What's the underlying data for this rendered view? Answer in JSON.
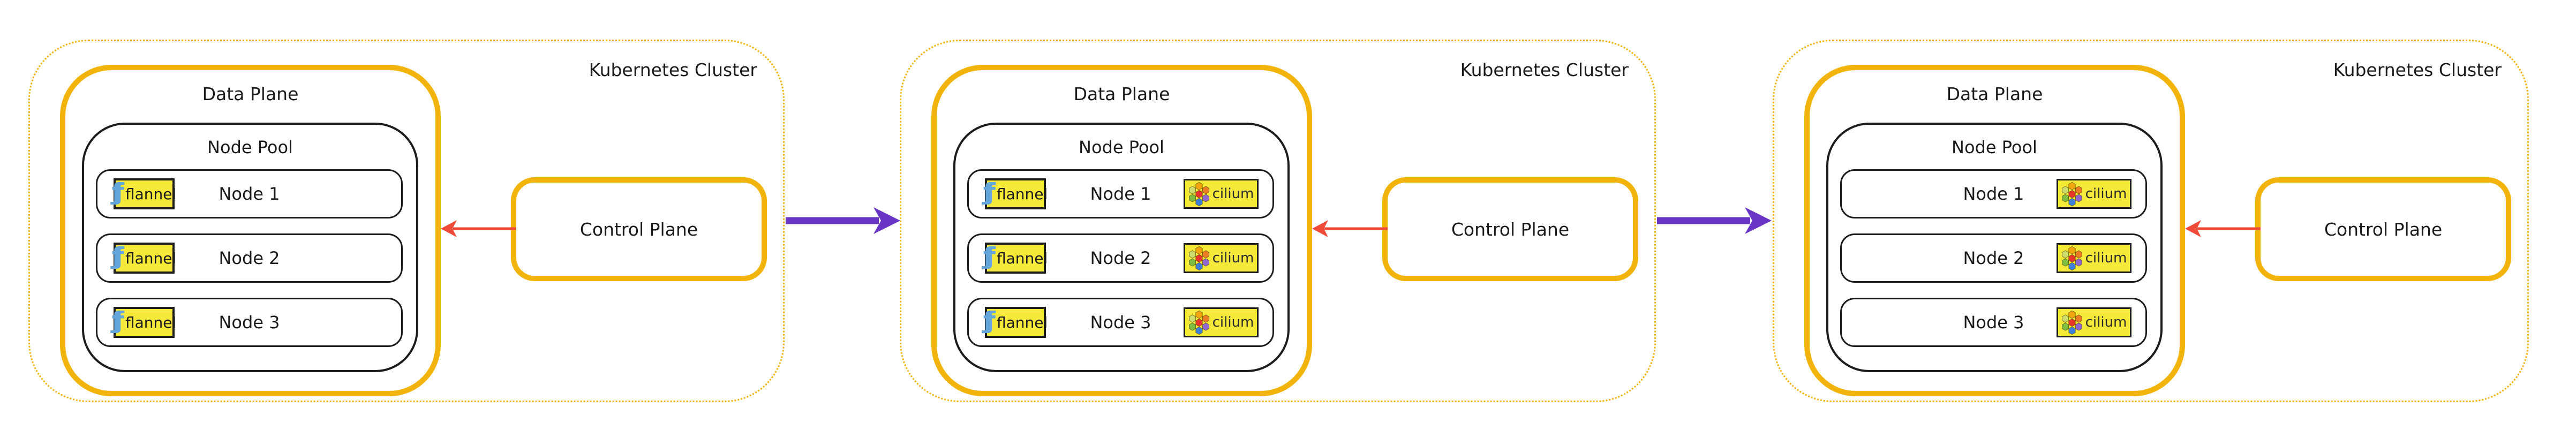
{
  "colors": {
    "gold": "#F2B40A",
    "outline": "#1c1c1c",
    "text": "#1a1a1a",
    "red": "#F04B38",
    "purple": "#6935C5",
    "yellow": "#F5EA3A",
    "blue": "#64A6DB"
  },
  "cilium_palette": [
    "#F2A50F",
    "#CFDC6E",
    "#ED7D23",
    "#7DBE41",
    "#E8342B",
    "#9067CC",
    "#3E7FD9"
  ],
  "icons": {
    "flannel_glyph": "ƒƒ"
  },
  "badges": {
    "flannel": "flannel",
    "cilium": "cilium"
  },
  "clusters": [
    {
      "label": "Kubernetes Cluster",
      "data_plane": "Data Plane",
      "node_pool": "Node Pool",
      "control_plane": "Control Plane",
      "nodes": [
        {
          "name": "Node 1",
          "cni": [
            "flannel"
          ]
        },
        {
          "name": "Node 2",
          "cni": [
            "flannel"
          ]
        },
        {
          "name": "Node 3",
          "cni": [
            "flannel"
          ]
        }
      ]
    },
    {
      "label": "Kubernetes Cluster",
      "data_plane": "Data Plane",
      "node_pool": "Node Pool",
      "control_plane": "Control Plane",
      "nodes": [
        {
          "name": "Node 1",
          "cni": [
            "flannel",
            "cilium"
          ]
        },
        {
          "name": "Node 2",
          "cni": [
            "flannel",
            "cilium"
          ]
        },
        {
          "name": "Node 3",
          "cni": [
            "flannel",
            "cilium"
          ]
        }
      ]
    },
    {
      "label": "Kubernetes Cluster",
      "data_plane": "Data Plane",
      "node_pool": "Node Pool",
      "control_plane": "Control Plane",
      "nodes": [
        {
          "name": "Node 1",
          "cni": [
            "cilium"
          ]
        },
        {
          "name": "Node 2",
          "cni": [
            "cilium"
          ]
        },
        {
          "name": "Node 3",
          "cni": [
            "cilium"
          ]
        }
      ]
    }
  ]
}
